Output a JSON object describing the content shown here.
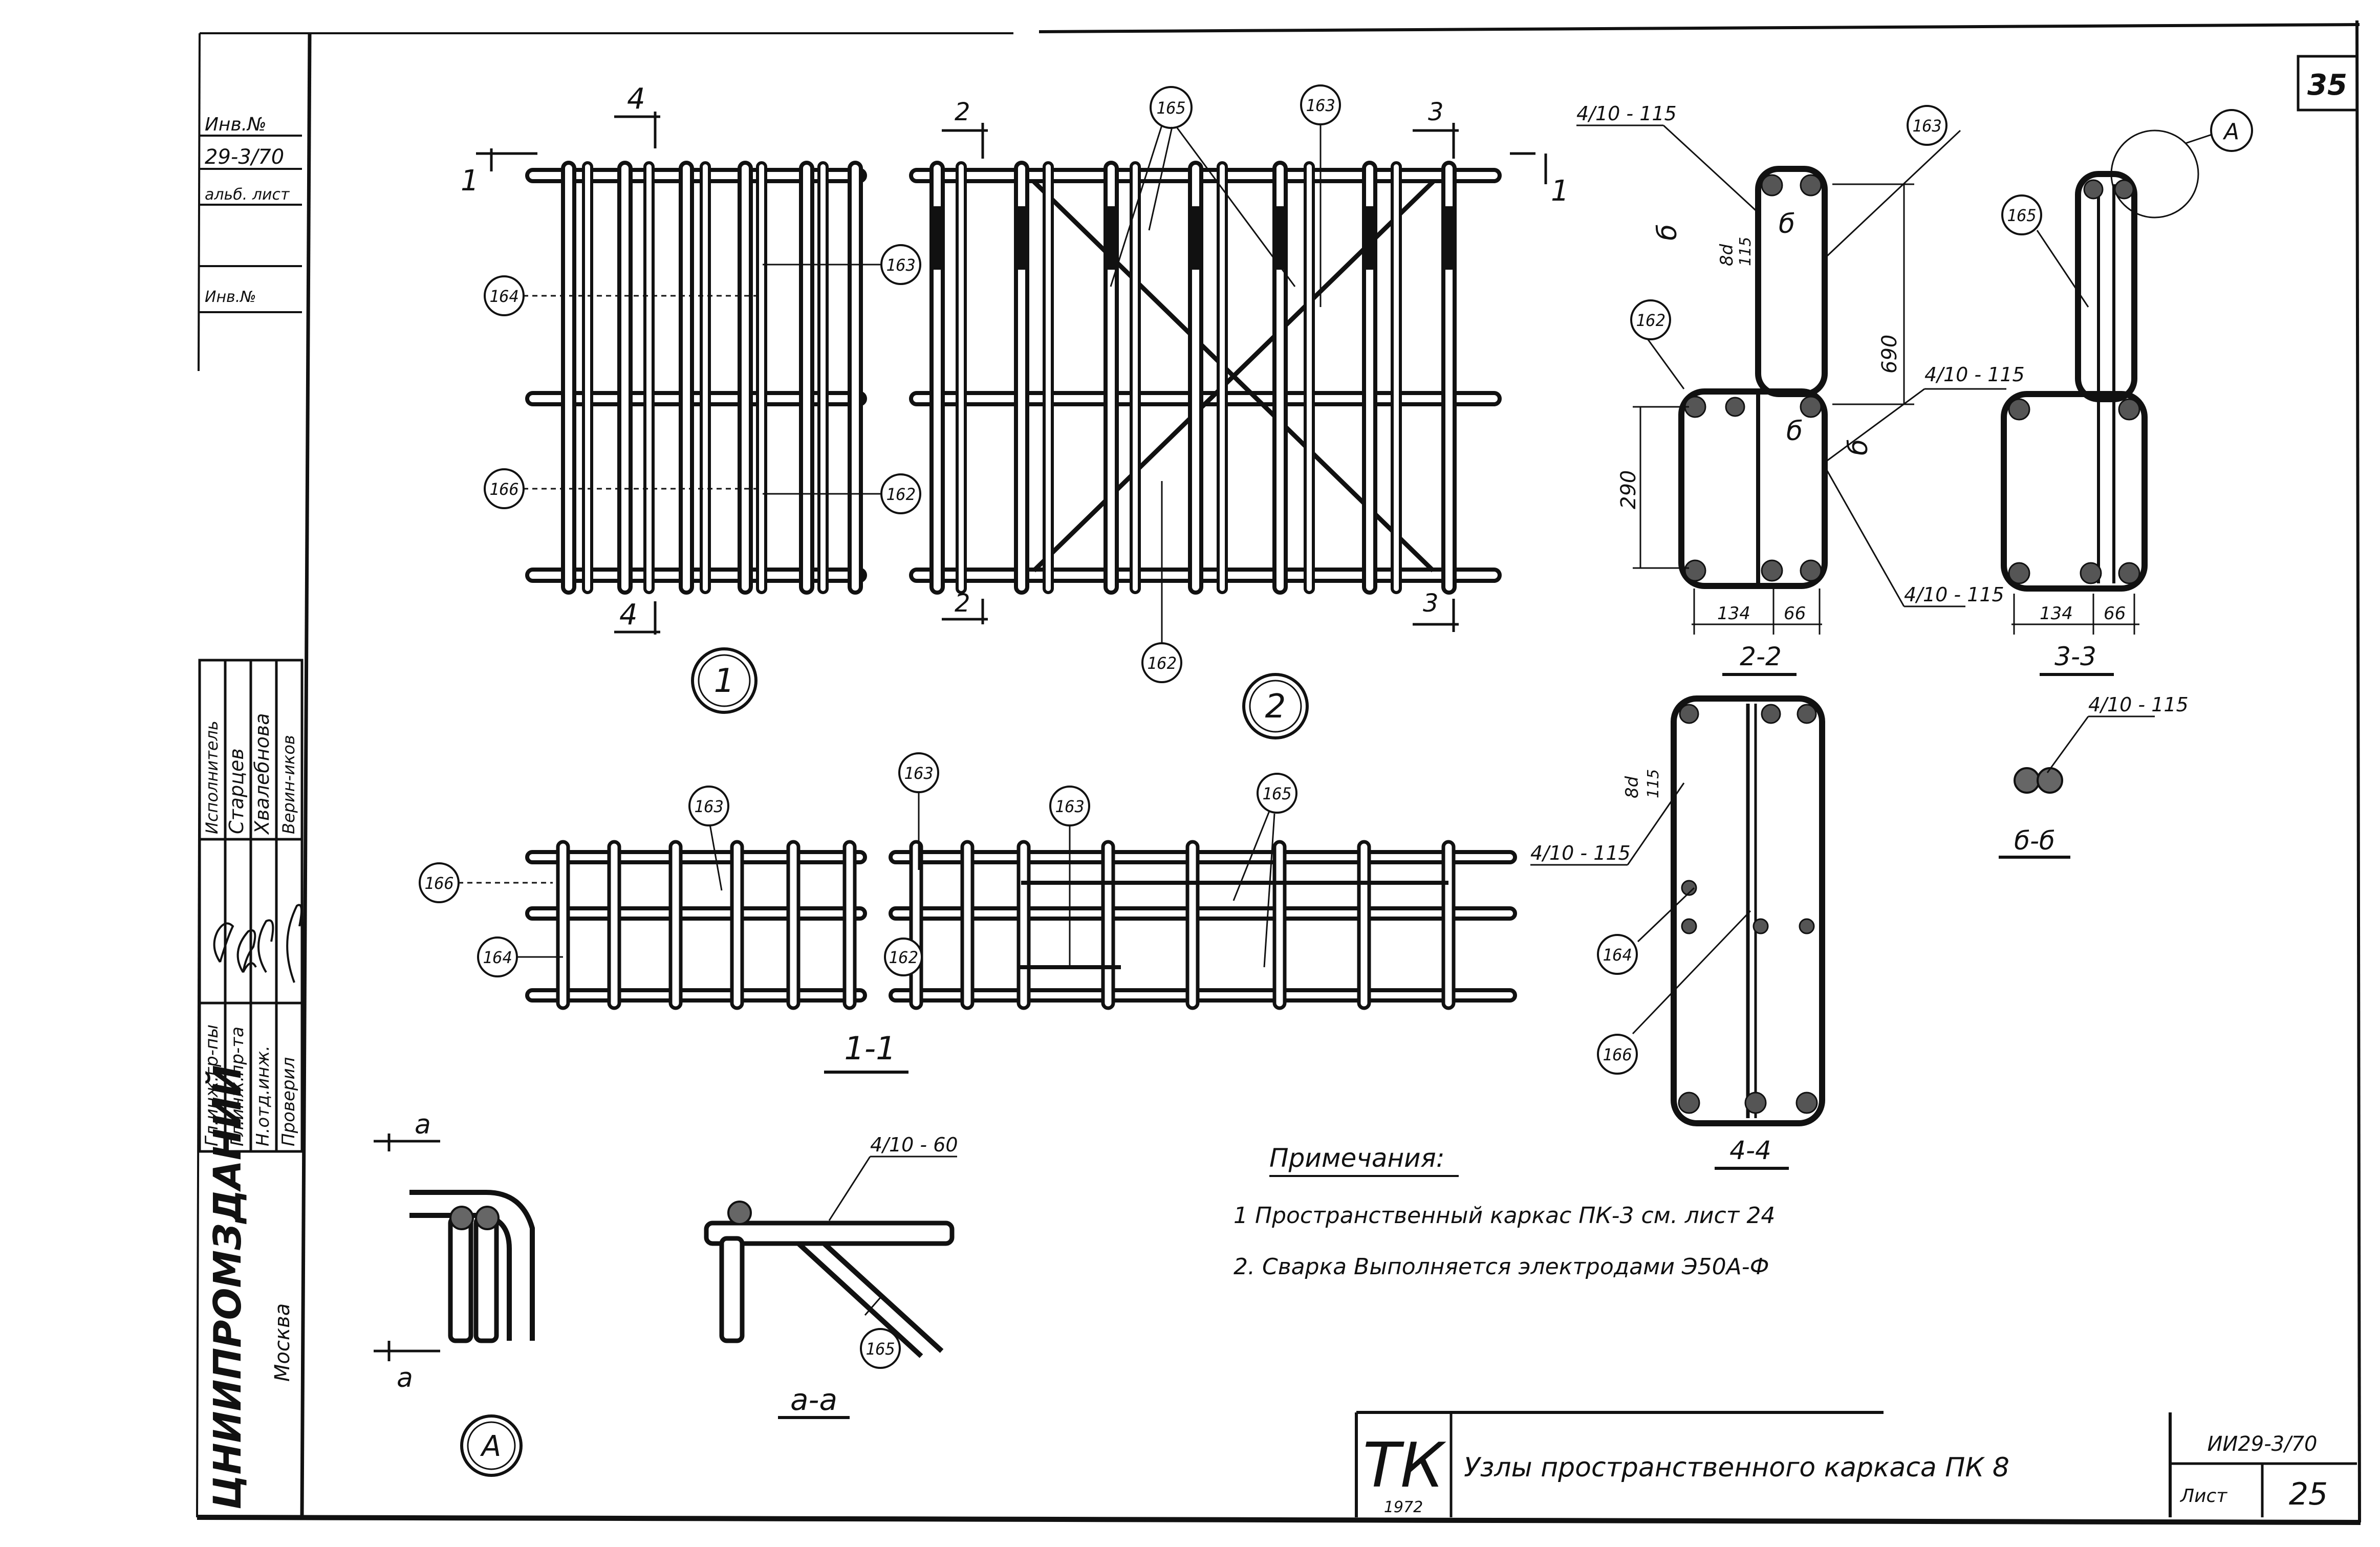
{
  "sheet": {
    "corner_number": "35",
    "stamp_left": {
      "row1": "Инв.№",
      "row2": "29-3/70",
      "row3": "альб. лист",
      "row4": "Инв.№"
    },
    "signatures": {
      "roles": [
        "Гл.инж.гр-пы",
        "Гл.инж.пр-та",
        "Н.отд.инж.",
        "Проверил"
      ],
      "names": [
        "Старцев",
        "Хвалебнова",
        "Верин-иков"
      ],
      "header": "Исполнитель"
    },
    "institute": {
      "name": "ЦНИИПРОМЗДАНИЙ",
      "city": "Москва"
    },
    "callouts": [
      "165",
      "163",
      "164",
      "166",
      "162",
      "A"
    ],
    "view_numbers": [
      "1",
      "2"
    ],
    "section_marks": {
      "s1": "1",
      "s2": "2",
      "s3": "3",
      "s4": "4",
      "sa": "а",
      "s11": "1-1",
      "s22": "2-2",
      "s33": "3-3",
      "s44": "4-4",
      "saa": "а-а",
      "sbb": "б-б"
    },
    "weld_marks": {
      "w115_top": "4/10 - 115",
      "w60": "4/10 - 60",
      "w115_b": "б",
      "w_8d": "8d",
      "w_115": "115"
    },
    "dimensions": {
      "d690": "690",
      "d290": "290",
      "d134": "134",
      "d66": "66"
    },
    "notes": {
      "heading": "Примечания:",
      "note1": "1  Пространственный  каркас  ПК-3 см. лист 24",
      "note2": "2. Сварка  Выполняется  электродами  Э50А-Ф"
    },
    "title_block": {
      "logo_main": "ТК",
      "logo_year": "1972",
      "title": "Узлы  пространственного  каркаса  ПК 8",
      "series": "ИИ29-3/70",
      "sheet_label": "Лист",
      "sheet_number": "25"
    }
  }
}
